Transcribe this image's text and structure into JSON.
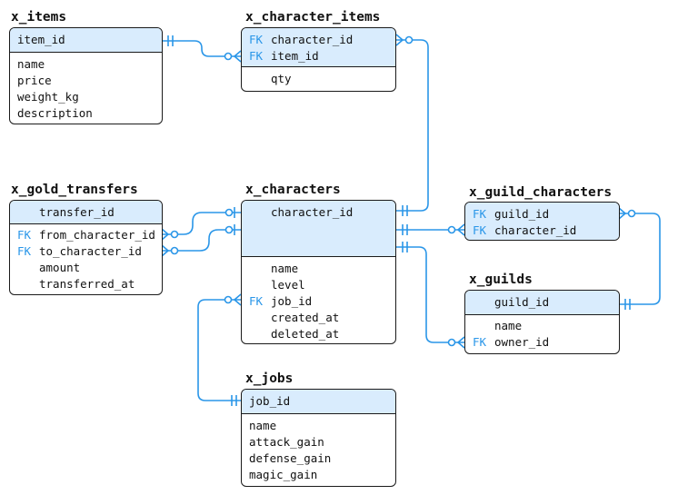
{
  "diagram": {
    "tables": {
      "x_items": {
        "name": "x_items",
        "pk": [
          {
            "fk": "",
            "col": "item_id"
          }
        ],
        "cols": [
          {
            "fk": "",
            "col": "name"
          },
          {
            "fk": "",
            "col": "price"
          },
          {
            "fk": "",
            "col": "weight_kg"
          },
          {
            "fk": "",
            "col": "description"
          }
        ]
      },
      "x_character_items": {
        "name": "x_character_items",
        "pk": [
          {
            "fk": "FK",
            "col": "character_id"
          },
          {
            "fk": "FK",
            "col": "item_id"
          }
        ],
        "cols": [
          {
            "fk": "",
            "col": "qty"
          }
        ]
      },
      "x_gold_transfers": {
        "name": "x_gold_transfers",
        "pk": [
          {
            "fk": "",
            "col": "transfer_id"
          }
        ],
        "cols": [
          {
            "fk": "FK",
            "col": "from_character_id"
          },
          {
            "fk": "FK",
            "col": "to_character_id"
          },
          {
            "fk": "",
            "col": "amount"
          },
          {
            "fk": "",
            "col": "transferred_at"
          }
        ]
      },
      "x_characters": {
        "name": "x_characters",
        "pk": [
          {
            "fk": "",
            "col": "character_id"
          }
        ],
        "cols": [
          {
            "fk": "",
            "col": "name"
          },
          {
            "fk": "",
            "col": "level"
          },
          {
            "fk": "FK",
            "col": "job_id"
          },
          {
            "fk": "",
            "col": "created_at"
          },
          {
            "fk": "",
            "col": "deleted_at"
          }
        ]
      },
      "x_guild_characters": {
        "name": "x_guild_characters",
        "pk": [
          {
            "fk": "FK",
            "col": "guild_id"
          },
          {
            "fk": "FK",
            "col": "character_id"
          }
        ],
        "cols": []
      },
      "x_guilds": {
        "name": "x_guilds",
        "pk": [
          {
            "fk": "",
            "col": "guild_id"
          }
        ],
        "cols": [
          {
            "fk": "",
            "col": "name"
          },
          {
            "fk": "FK",
            "col": "owner_id"
          }
        ]
      },
      "x_jobs": {
        "name": "x_jobs",
        "pk": [
          {
            "fk": "",
            "col": "job_id"
          }
        ],
        "cols": [
          {
            "fk": "",
            "col": "name"
          },
          {
            "fk": "",
            "col": "attack_gain"
          },
          {
            "fk": "",
            "col": "defense_gain"
          },
          {
            "fk": "",
            "col": "magic_gain"
          }
        ]
      }
    },
    "relationships": [
      {
        "from": "x_items.item_id",
        "to": "x_character_items.item_id"
      },
      {
        "from": "x_characters.character_id",
        "to": "x_character_items.character_id"
      },
      {
        "from": "x_characters.character_id",
        "to": "x_gold_transfers.from_character_id"
      },
      {
        "from": "x_characters.character_id",
        "to": "x_gold_transfers.to_character_id"
      },
      {
        "from": "x_characters.character_id",
        "to": "x_guild_characters.character_id"
      },
      {
        "from": "x_guilds.guild_id",
        "to": "x_guild_characters.guild_id"
      },
      {
        "from": "x_characters.character_id",
        "to": "x_guilds.owner_id"
      },
      {
        "from": "x_jobs.job_id",
        "to": "x_characters.job_id"
      }
    ],
    "colors": {
      "accent": "#2a96e8",
      "pk_fill": "#d9ecfd",
      "border": "#1a1a1a"
    }
  }
}
